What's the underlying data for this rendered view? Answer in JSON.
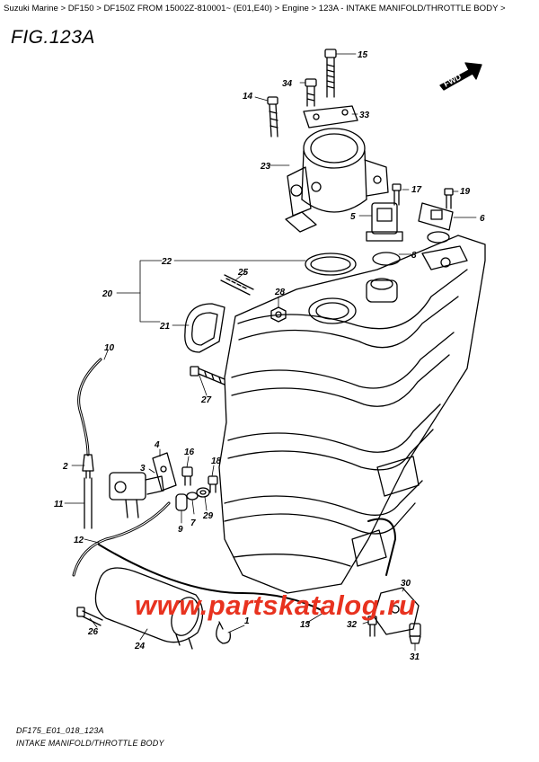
{
  "breadcrumb": [
    "Suzuki Marine",
    "DF150",
    "DF150Z FROM 15002Z-810001~ (E01,E40)",
    "Engine",
    "123A - INTAKE MANIFOLD/THROTTLE BODY"
  ],
  "breadcrumb_separator": ">",
  "figure_title": "FIG.123A",
  "fwd_label": "FWD",
  "footer_code": "DF175_E01_018_123A",
  "footer_caption": "INTAKE MANIFOLD/THROTTLE BODY",
  "watermark": "www.partskatalog.ru",
  "callouts": [
    "1",
    "2",
    "3",
    "4",
    "5",
    "6",
    "7",
    "8",
    "9",
    "10",
    "11",
    "12",
    "13",
    "14",
    "15",
    "16",
    "17",
    "18",
    "19",
    "20",
    "21",
    "22",
    "23",
    "24",
    "25",
    "26",
    "27",
    "28",
    "29",
    "30",
    "31",
    "32",
    "33",
    "34"
  ]
}
